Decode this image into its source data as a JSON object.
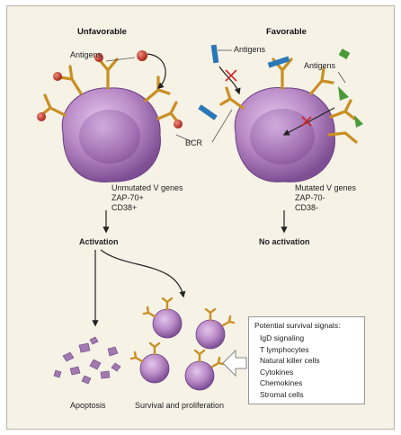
{
  "left_panel": {
    "heading": "Unfavorable",
    "antigens_label": "Antigens",
    "markers": [
      "Unmutated V genes",
      "ZAP-70+",
      "CD38+"
    ],
    "outcome": "Activation"
  },
  "right_panel": {
    "heading": "Favorable",
    "antigens_label_top": "Antigens",
    "antigens_label_side": "Antigens",
    "markers": [
      "Mutated V genes",
      "ZAP-70-",
      "CD38-"
    ],
    "outcome": "No activation"
  },
  "bcr_label": "BCR",
  "fates": {
    "apoptosis": "Apoptosis",
    "survival": "Survival and proliferation"
  },
  "survival_signals": {
    "title": "Potential survival signals:",
    "items": [
      "IgD signaling",
      "T lymphocytes",
      "Natural killer cells",
      "Cytokines",
      "Chemokines",
      "Stromal cells"
    ]
  },
  "colors": {
    "background": "#f6f2e6",
    "cell_fill": "#b98ac6",
    "nucleus_fill": "#8a52a0",
    "receptor": "#d9a531",
    "antigen_ball": "#c0392b",
    "antigen_blue": "#2a78b8",
    "antigen_green": "#4a9a3a",
    "inhibit_mark": "#d22222"
  }
}
